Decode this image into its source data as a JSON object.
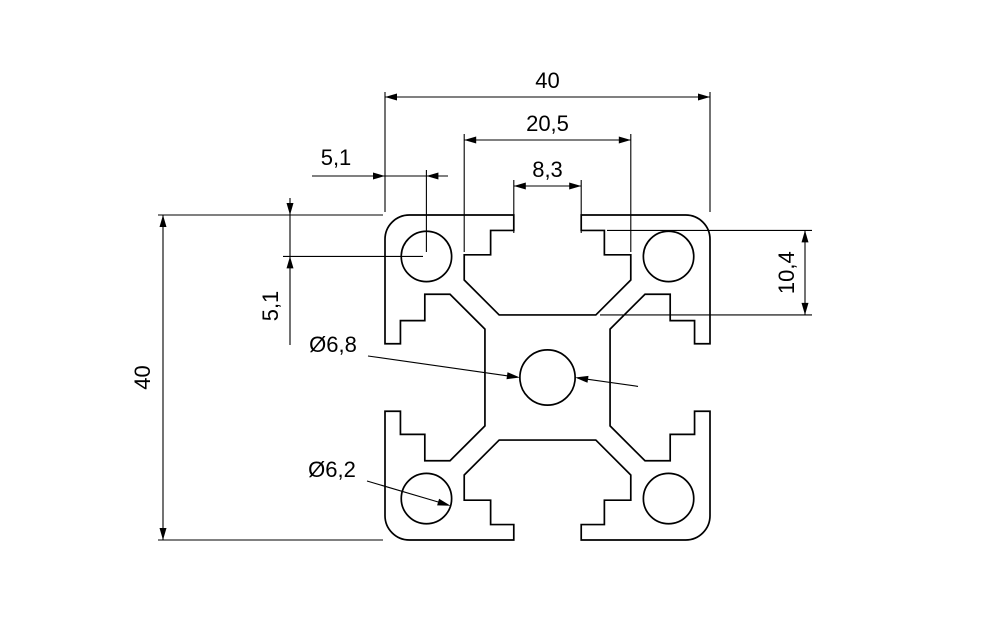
{
  "drawing": {
    "background_color": "#ffffff",
    "line_color": "#000000",
    "dimensions": {
      "overall_width": "40",
      "overall_height": "40",
      "slot_cavity_width": "20,5",
      "slot_opening_width": "8,3",
      "corner_hole_offset_horizontal": "5,1",
      "corner_hole_offset_vertical": "5,1",
      "slot_cavity_depth": "10,4",
      "center_hole_diameter": "Ø6,8",
      "corner_hole_diameter": "Ø6,2"
    }
  }
}
